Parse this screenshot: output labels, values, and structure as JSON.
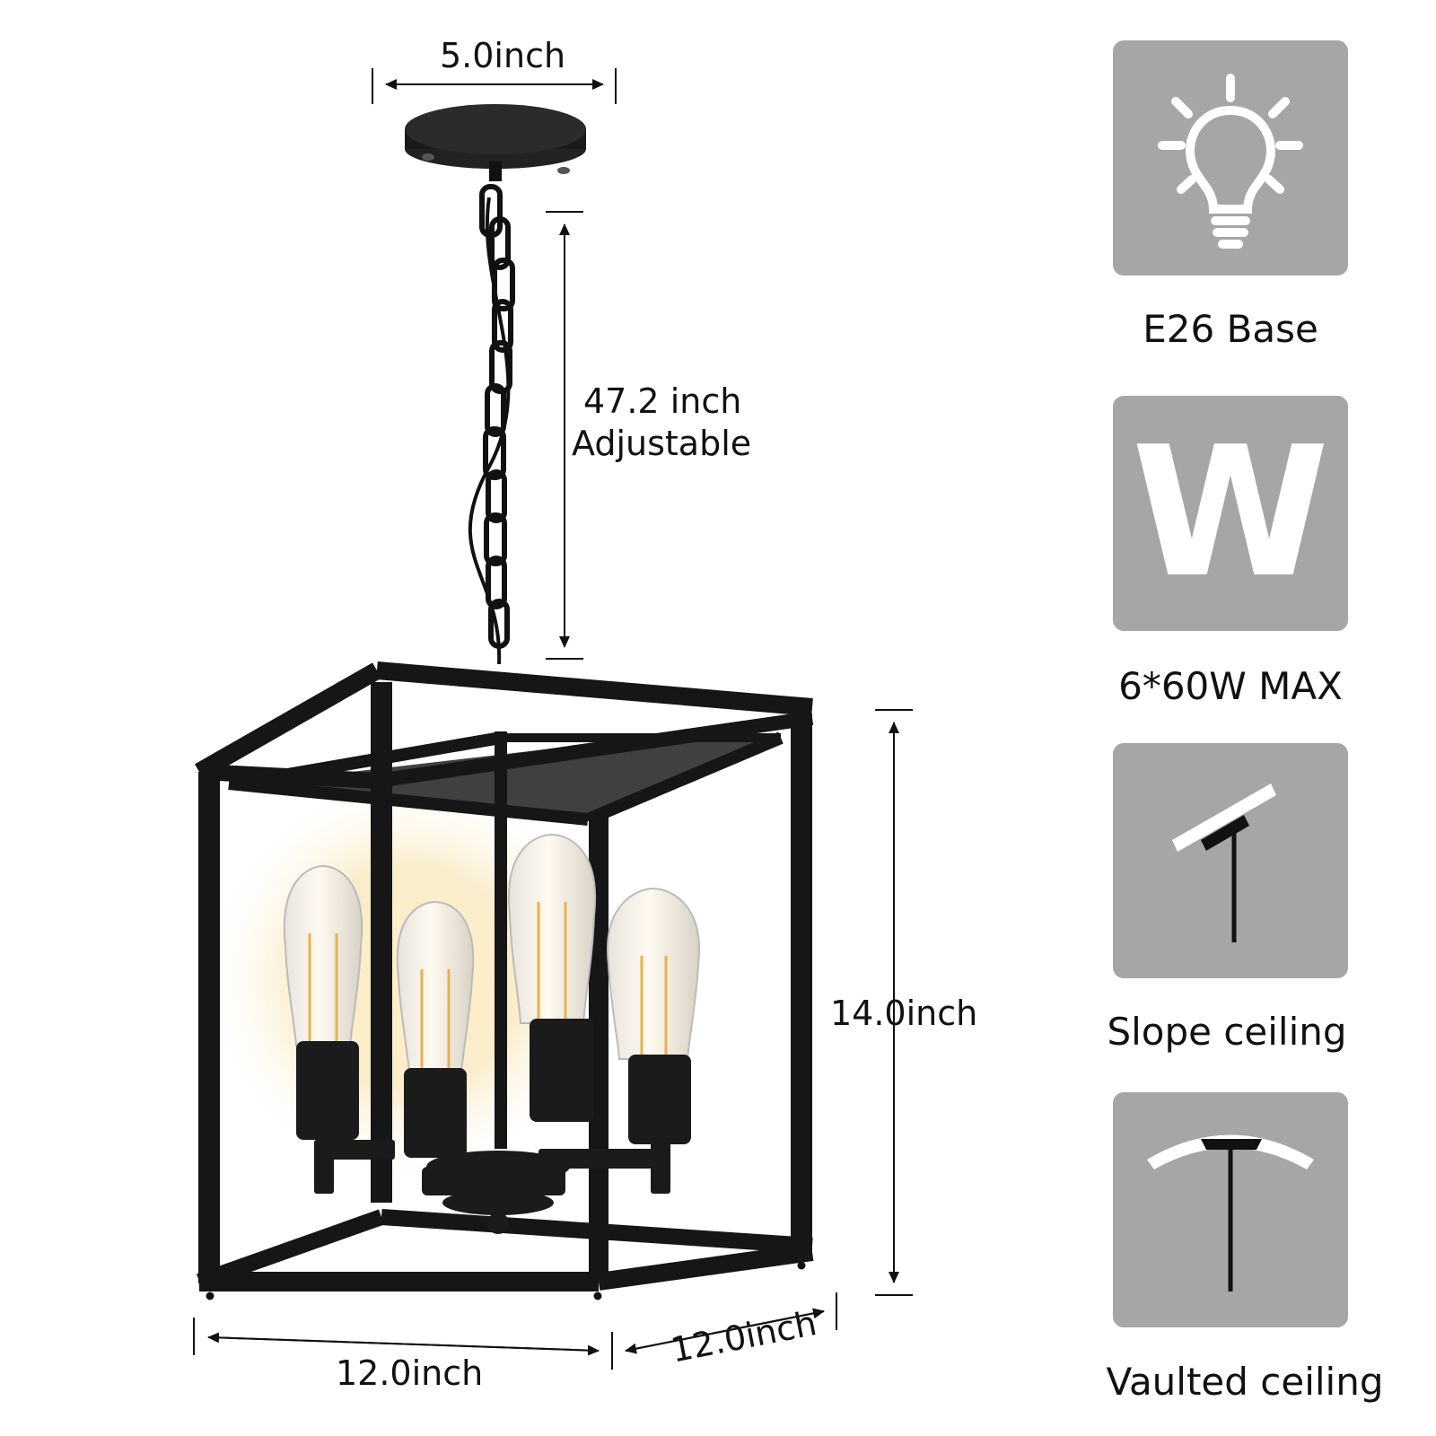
{
  "dimensions": {
    "canopy_width": "5.0inch",
    "chain_length_line1": "47.2 inch",
    "chain_length_line2": "Adjustable",
    "height": "14.0inch",
    "width_front": "12.0inch",
    "width_side": "12.0inch"
  },
  "features": [
    {
      "icon": "light-bulb-icon",
      "label": "E26 Base"
    },
    {
      "icon": "w-letter-icon",
      "glyph": "W",
      "label": "6*60W MAX"
    },
    {
      "icon": "slope-ceiling-icon",
      "label": "Slope ceiling"
    },
    {
      "icon": "vaulted-ceiling-icon",
      "label": "Vaulted ceiling"
    }
  ],
  "colors": {
    "card_background": "#a6a6a6",
    "icon_foreground": "#ffffff",
    "fixture_black": "#1a1a1a"
  }
}
